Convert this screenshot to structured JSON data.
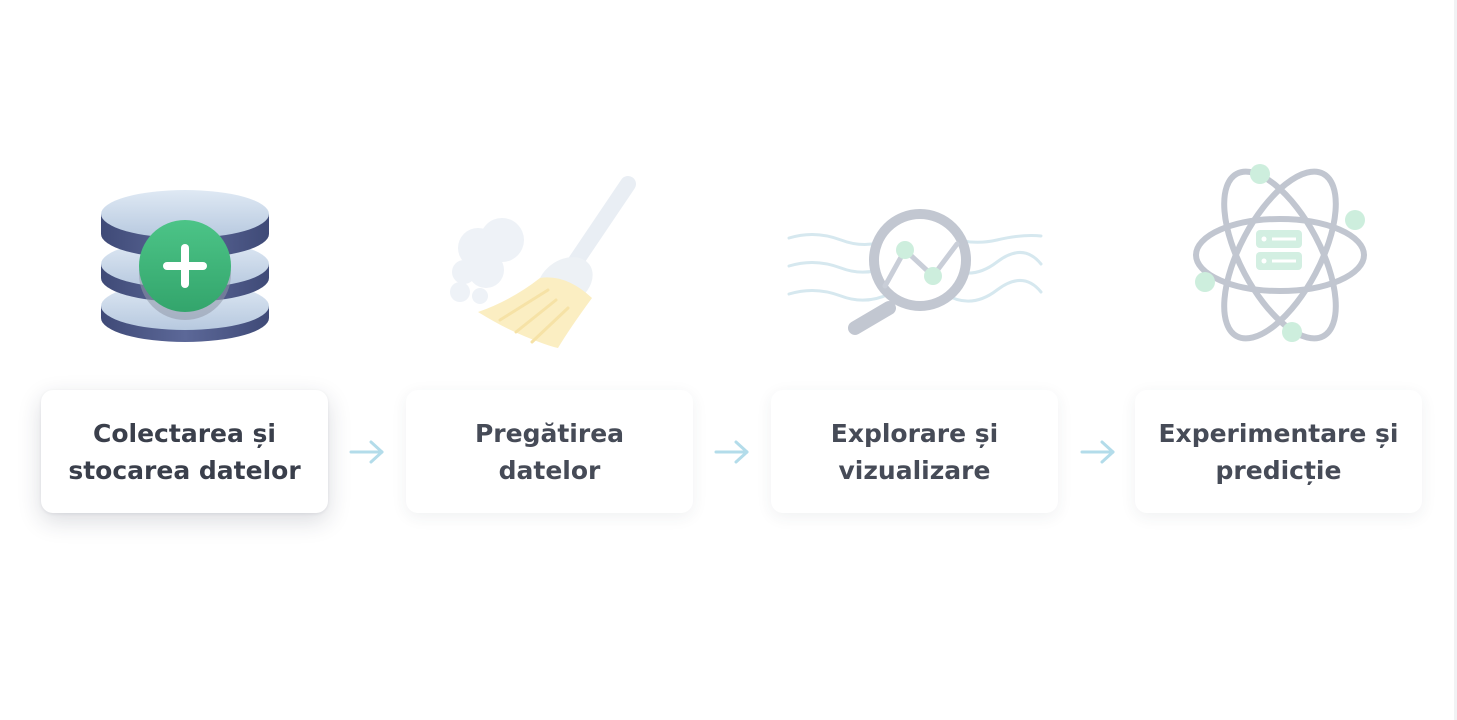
{
  "steps": [
    {
      "label": "Colectarea și\nstocarea datelor",
      "icon": "database-plus-icon",
      "active": true
    },
    {
      "label": "Pregătirea datelor",
      "icon": "broom-icon",
      "active": false
    },
    {
      "label": "Explorare și\nvizualizare",
      "icon": "magnifier-chart-icon",
      "active": false
    },
    {
      "label": "Experimentare și\npredicție",
      "icon": "atom-server-icon",
      "active": false
    }
  ],
  "colors": {
    "database_body": "#4e5a86",
    "database_top": "#c9d8ea",
    "plus_badge": "#41b779",
    "faded_green": "#cdeedd",
    "faded_gray": "#bcc2cd",
    "broom_yellow": "#fbeec2",
    "arrow": "#b3dcea",
    "card_text": "#3f4450"
  }
}
